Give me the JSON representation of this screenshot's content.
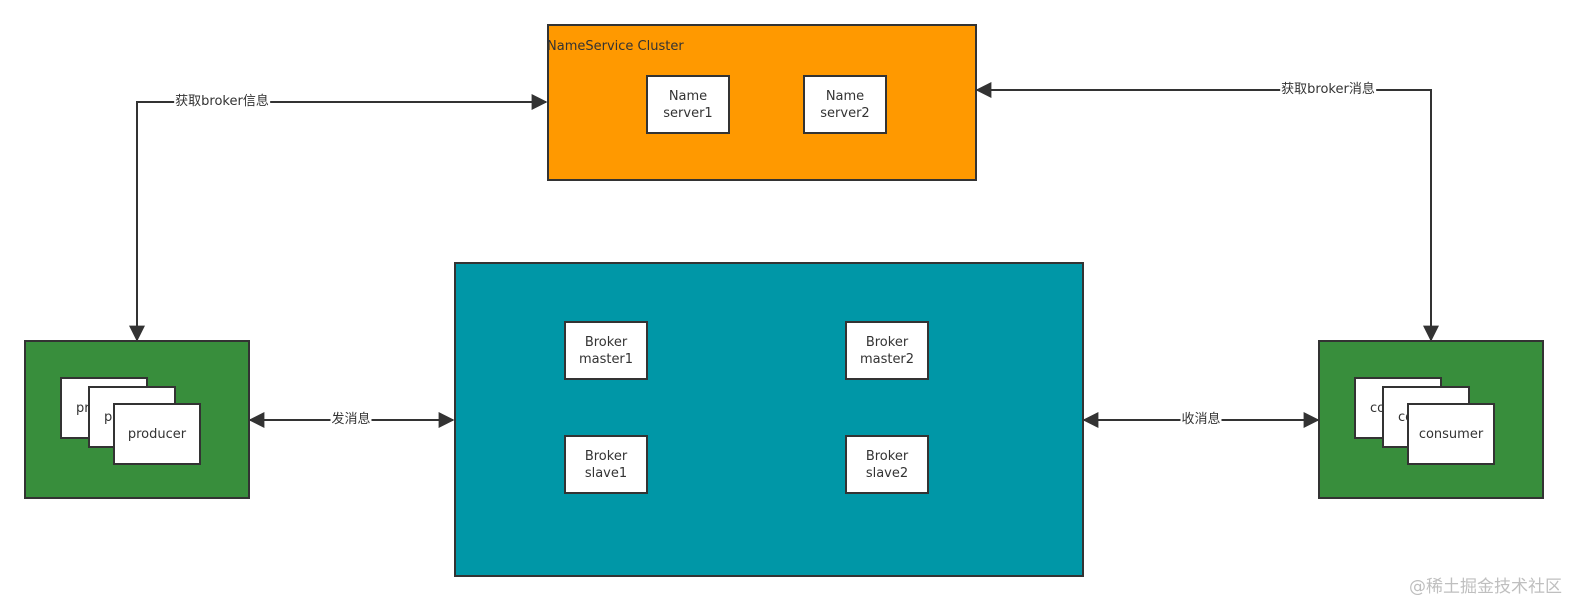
{
  "colors": {
    "nameservice_fill": "#ff9900",
    "broker_cluster_fill": "#0097a7",
    "client_group_fill": "#388e3c",
    "box_fill": "#ffffff",
    "stroke": "#333333"
  },
  "nameservice_cluster": {
    "title": "NameService Cluster",
    "servers": [
      "Name\nserver1",
      "Name\nserver2"
    ]
  },
  "broker_cluster": {
    "masters": [
      "Broker\nmaster1",
      "Broker\nmaster2"
    ],
    "slaves": [
      "Broker\nslave1",
      "Broker\nslave2"
    ]
  },
  "producer_group": {
    "back_labels": [
      "pr",
      "p"
    ],
    "front_label": "producer"
  },
  "consumer_group": {
    "back_labels": [
      "co",
      "co"
    ],
    "front_label": "consumer"
  },
  "edges": {
    "producer_to_nameservice": "获取broker信息",
    "consumer_to_nameservice": "获取broker消息",
    "producer_to_broker": "发消息",
    "broker_to_consumer": "收消息"
  },
  "watermark": "@稀土掘金技术社区"
}
